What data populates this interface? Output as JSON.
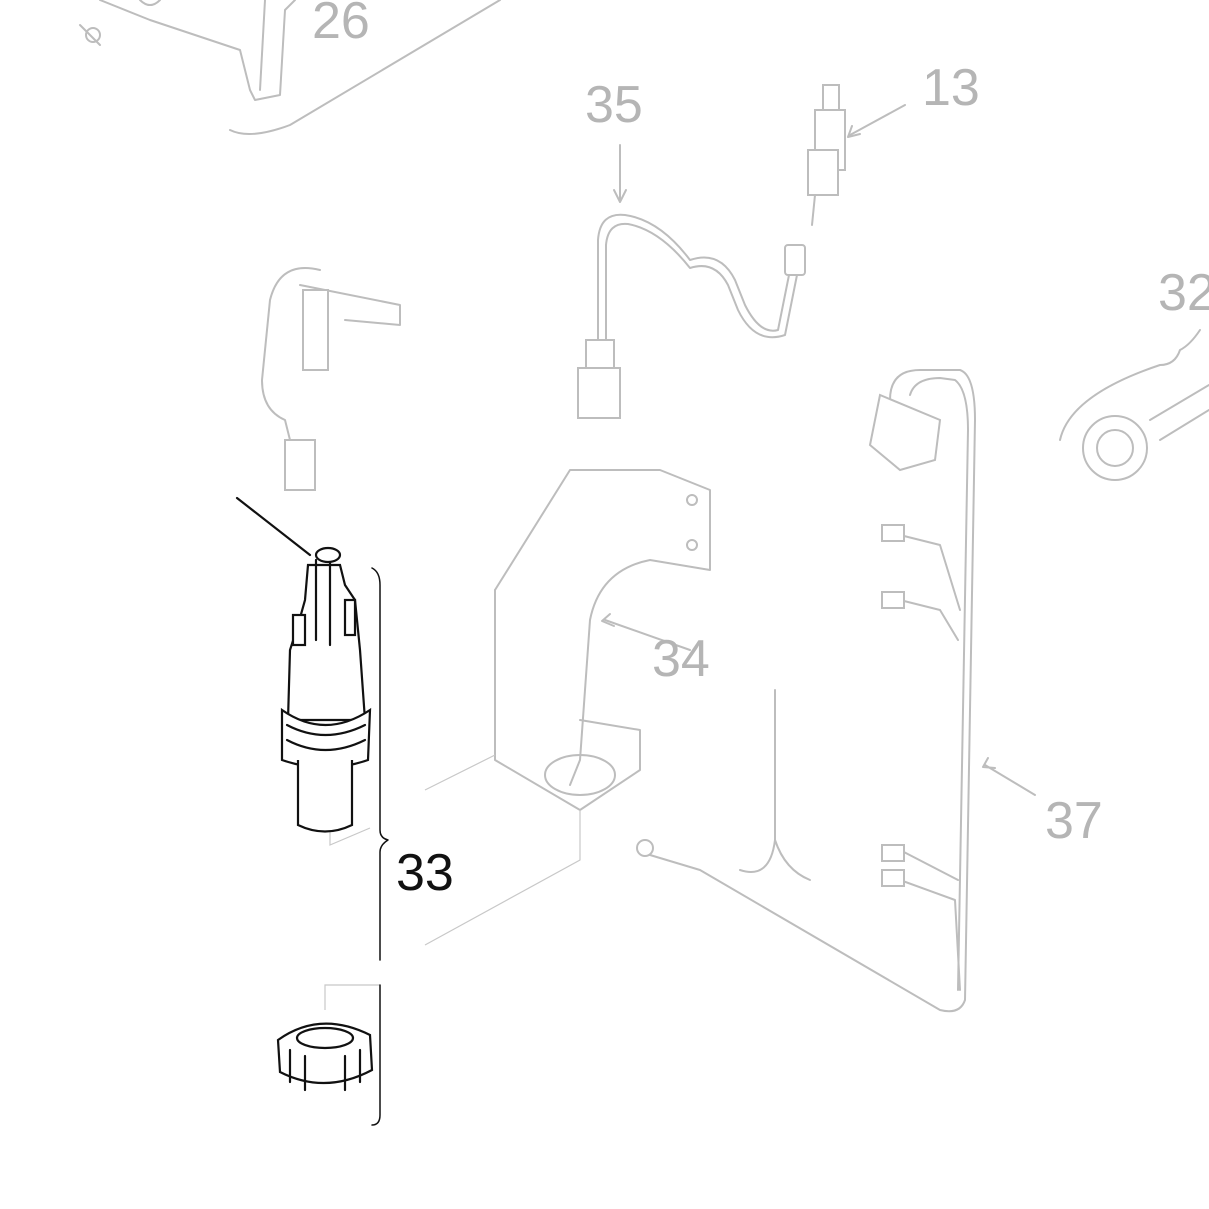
{
  "diagram": {
    "type": "exploded-parts-view",
    "callouts": [
      {
        "id": "26",
        "label": "26",
        "highlighted": false
      },
      {
        "id": "35",
        "label": "35",
        "highlighted": false
      },
      {
        "id": "13",
        "label": "13",
        "highlighted": false
      },
      {
        "id": "32",
        "label": "32",
        "highlighted": false
      },
      {
        "id": "34",
        "label": "34",
        "highlighted": false
      },
      {
        "id": "37",
        "label": "37",
        "highlighted": false
      },
      {
        "id": "33",
        "label": "33",
        "highlighted": true
      }
    ],
    "colors": {
      "faded": "#bdbdbd",
      "highlight": "#111111"
    }
  }
}
